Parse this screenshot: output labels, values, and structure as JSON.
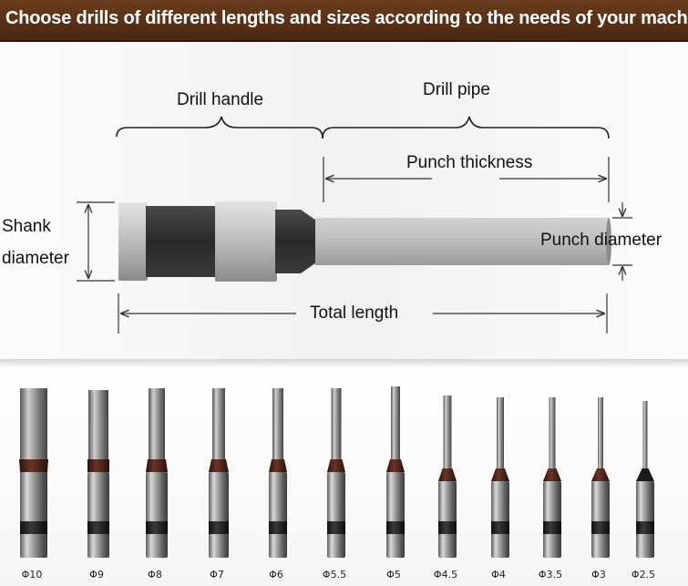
{
  "banner": {
    "title": "Choose drills of different lengths and sizes according to the needs of your machine",
    "background_color": "#5a3216"
  },
  "diagram": {
    "labels": {
      "drill_handle": "Drill handle",
      "drill_pipe": "Drill pipe",
      "punch_thickness": "Punch thickness",
      "shank_diameter_line1": "Shank",
      "shank_diameter_line2": "diameter",
      "punch_diameter": "Punch diameter",
      "total_length": "Total length"
    }
  },
  "drill_sizes": [
    "Φ10",
    "Φ9",
    "Φ8",
    "Φ7",
    "Φ6",
    "Φ5.5",
    "Φ5",
    "Φ4.5",
    "Φ4",
    "Φ3.5",
    "Φ3",
    "Φ2.5"
  ]
}
